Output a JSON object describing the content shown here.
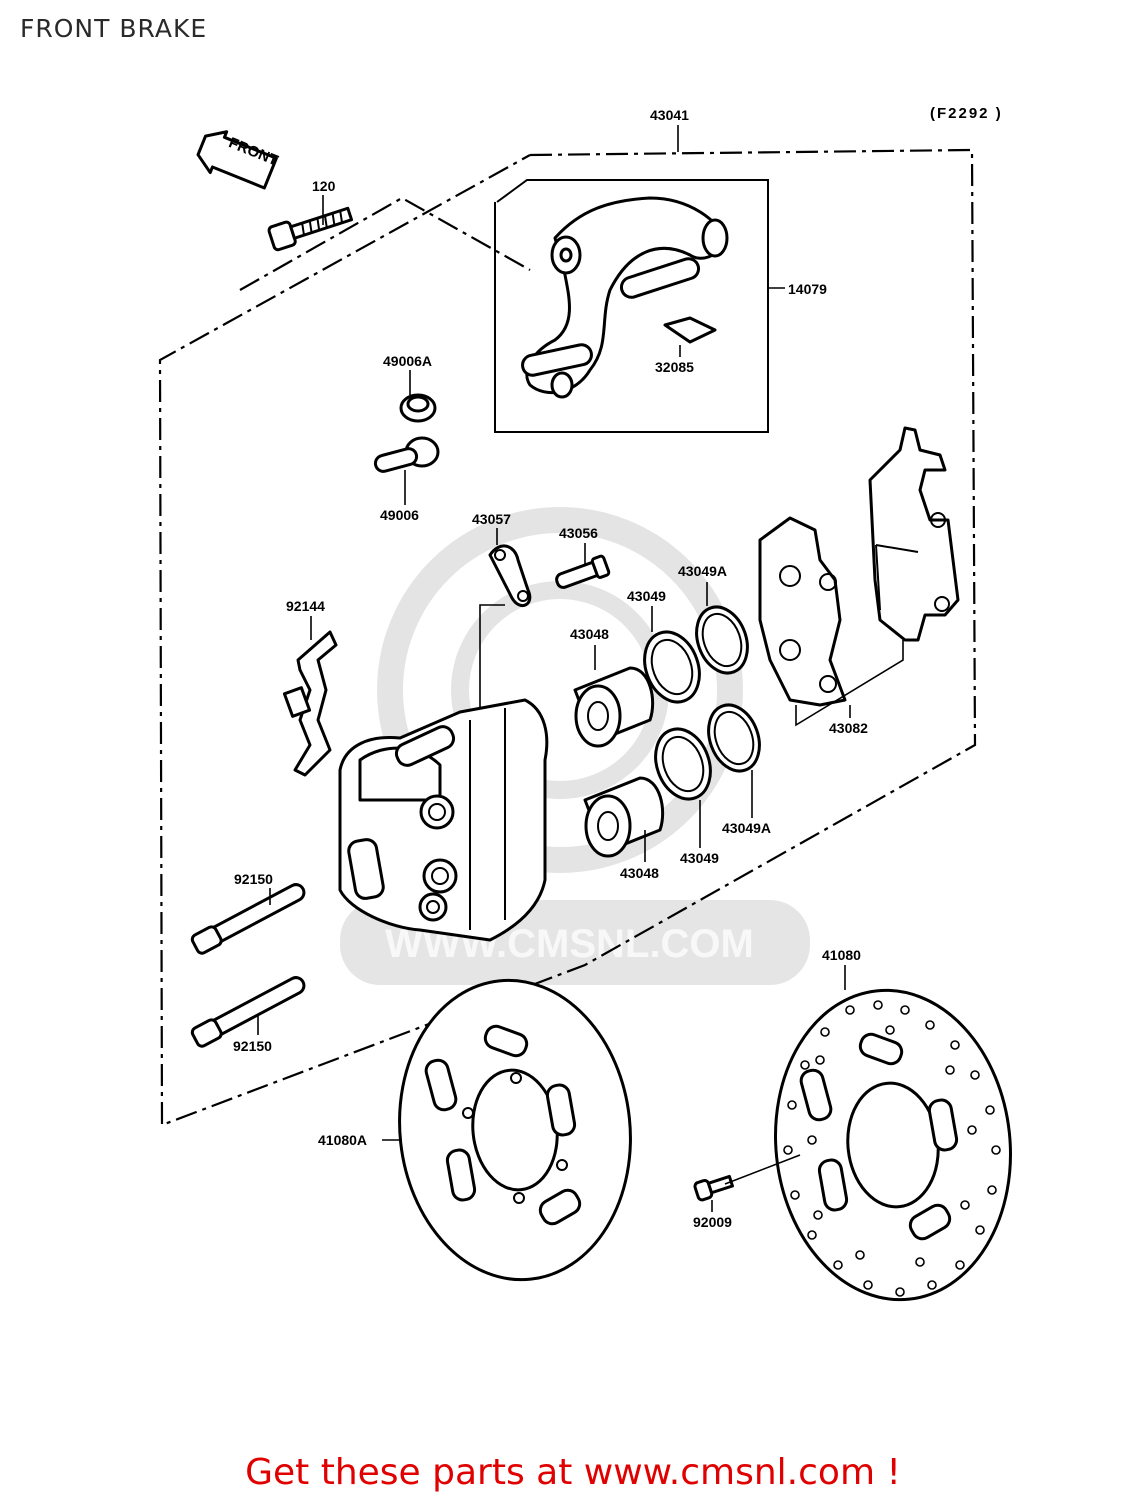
{
  "title": "FRONT BRAKE",
  "diagram_code": "(F2292 )",
  "front_arrow_label": "FRONT",
  "watermark_text": "WWW.CMSNL.COM",
  "footer": "Get these parts at www.cmsnl.com !",
  "parts": {
    "p43041": "43041",
    "p120": "120",
    "p14079": "14079",
    "p32085": "32085",
    "p49006A": "49006A",
    "p49006": "49006",
    "p43057": "43057",
    "p43056": "43056",
    "p43049A_top": "43049A",
    "p43049_top": "43049",
    "p43048_top": "43048",
    "p92144": "92144",
    "p43082": "43082",
    "p43049A_bot": "43049A",
    "p43049_bot": "43049",
    "p43048_bot": "43048",
    "p92150_top": "92150",
    "p92150_bot": "92150",
    "p41080": "41080",
    "p41080A": "41080A",
    "p92009": "92009"
  }
}
